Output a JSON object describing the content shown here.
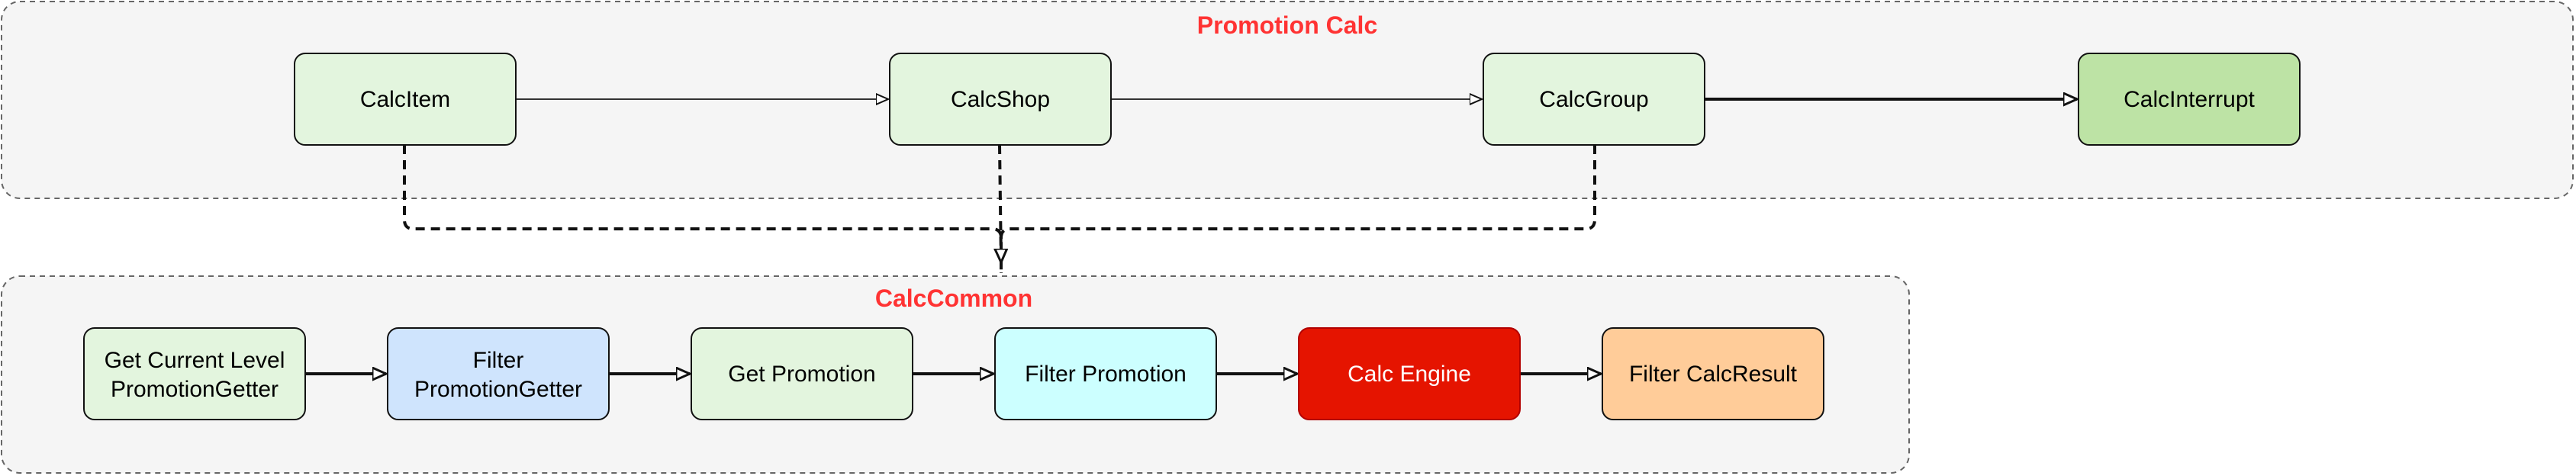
{
  "colors": {
    "title_red": "#ff3333",
    "group_fill": "#f5f5f5",
    "group_stroke": "#666666",
    "green_light": "#e3f5de",
    "green_dark": "#bde3a5",
    "blue_light": "#cfe4fd",
    "cyan_light": "#ccffff",
    "red_engine": "#e51400",
    "orange_light": "#ffcc99",
    "node_stroke": "#111111"
  },
  "groups": {
    "promotion_calc": {
      "title": "Promotion Calc"
    },
    "calc_common": {
      "title": "CalcCommon"
    }
  },
  "nodes": {
    "calc_item": {
      "label": "CalcItem"
    },
    "calc_shop": {
      "label": "CalcShop"
    },
    "calc_group": {
      "label": "CalcGroup"
    },
    "calc_interrupt": {
      "label": "CalcInterrupt"
    },
    "get_current_level": {
      "line1": "Get Current Level",
      "line2": "PromotionGetter"
    },
    "filter_promotion_getter": {
      "line1": "Filter",
      "line2": "PromotionGetter"
    },
    "get_promotion": {
      "label": "Get Promotion"
    },
    "filter_promotion": {
      "label": "Filter Promotion"
    },
    "calc_engine": {
      "label": "Calc Engine"
    },
    "filter_calc_result": {
      "label": "Filter CalcResult"
    }
  },
  "edges": [
    {
      "from": "calc_item",
      "to": "calc_shop",
      "style": "solid-thin"
    },
    {
      "from": "calc_shop",
      "to": "calc_group",
      "style": "solid-thin"
    },
    {
      "from": "calc_group",
      "to": "calc_interrupt",
      "style": "solid-bold"
    },
    {
      "from": "calc_item",
      "to": "calc_common",
      "style": "dashed"
    },
    {
      "from": "calc_shop",
      "to": "calc_common",
      "style": "dashed"
    },
    {
      "from": "calc_group",
      "to": "calc_common",
      "style": "dashed"
    },
    {
      "from": "get_current_level",
      "to": "filter_promotion_getter",
      "style": "solid-bold"
    },
    {
      "from": "filter_promotion_getter",
      "to": "get_promotion",
      "style": "solid-bold"
    },
    {
      "from": "get_promotion",
      "to": "filter_promotion",
      "style": "solid-bold"
    },
    {
      "from": "filter_promotion",
      "to": "calc_engine",
      "style": "solid-bold"
    },
    {
      "from": "calc_engine",
      "to": "filter_calc_result",
      "style": "solid-bold"
    }
  ]
}
